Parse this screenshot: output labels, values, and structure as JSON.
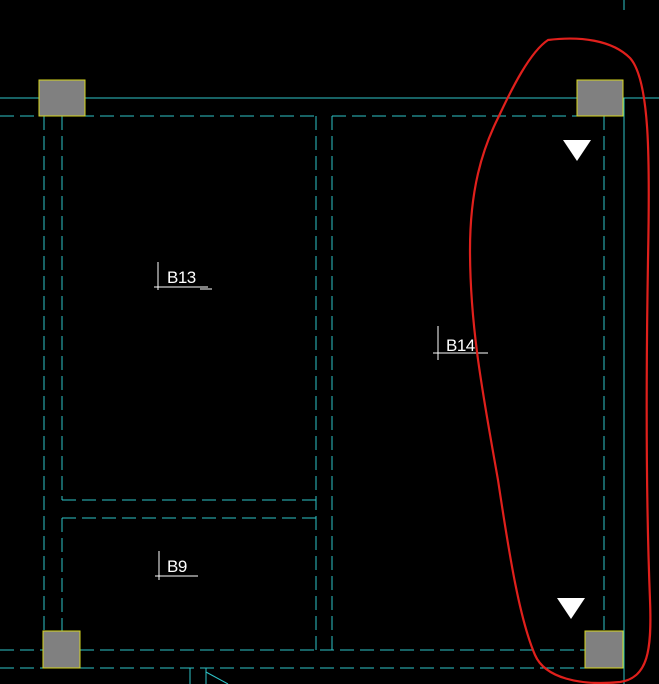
{
  "drawing": {
    "background_color": "#000000",
    "line_color": "#2ec4c8",
    "column_fill": "#808080",
    "column_stroke": "#d8d820",
    "label_color": "#ffffff",
    "annotation_color": "#e0201c"
  },
  "labels": {
    "b13": "B13",
    "b14": "B14",
    "b9": "B9"
  },
  "markers": {
    "count": 2,
    "shape": "downward-triangle"
  }
}
